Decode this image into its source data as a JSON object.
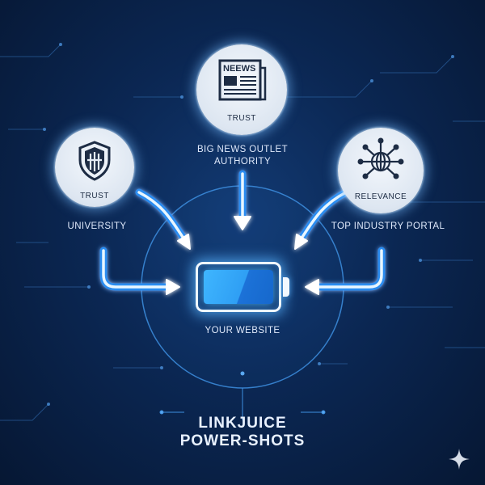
{
  "nodes": {
    "university": {
      "badge": "TRUST",
      "caption": "UNIVERSITY",
      "icon": "shield-icon"
    },
    "news": {
      "header": "NEEWS",
      "badge": "TRUST",
      "caption_line1": "BIG NEWS OUTLET",
      "caption_line2": "AUTHORITY",
      "icon": "newspaper-icon"
    },
    "portal": {
      "badge": "RELEVANCE",
      "caption": "TOP INDUSTRY PORTAL",
      "icon": "network-globe-icon"
    }
  },
  "target": {
    "caption": "YOUR WEBSITE",
    "icon": "battery-icon"
  },
  "title": {
    "line1": "LINKJUICE",
    "line2": "POWER-SHOTS"
  },
  "colors": {
    "background": "#0b2753",
    "accent": "#5ab4ff",
    "node_fill": "#e4ebf4"
  }
}
